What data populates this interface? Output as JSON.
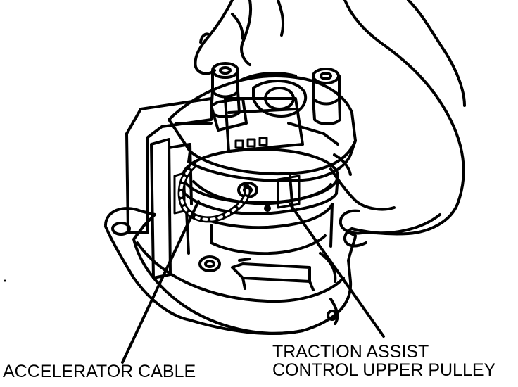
{
  "labels": {
    "accelerator_cable": "ACCELERATOR CABLE",
    "traction_line1": "TRACTION ASSIST",
    "traction_line2": "CONTROL UPPER PULLEY"
  },
  "colors": {
    "ink": "#000000",
    "paper": "#ffffff"
  }
}
